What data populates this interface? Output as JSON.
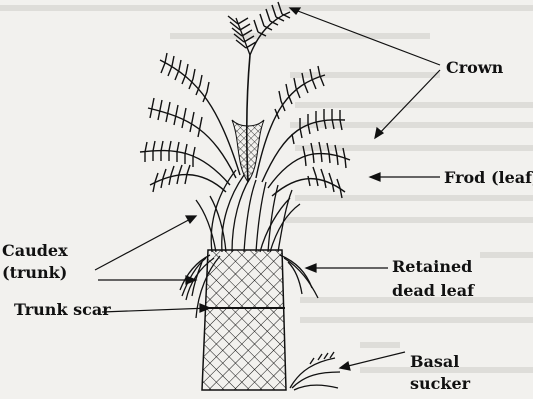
{
  "labels": {
    "crown": "Crown",
    "frond": "Frod (leaf)",
    "caudex_line1": "Caudex",
    "caudex_line2": "(trunk)",
    "trunk_scar": "Trunk scar",
    "retained_line1": "Retained",
    "retained_line2": "dead leaf",
    "basal_line1": "Basal",
    "basal_line2": "sucker"
  },
  "colors": {
    "ink": "#111111",
    "paper": "#f2f1ee",
    "faint_text": "#c9c8c4"
  }
}
